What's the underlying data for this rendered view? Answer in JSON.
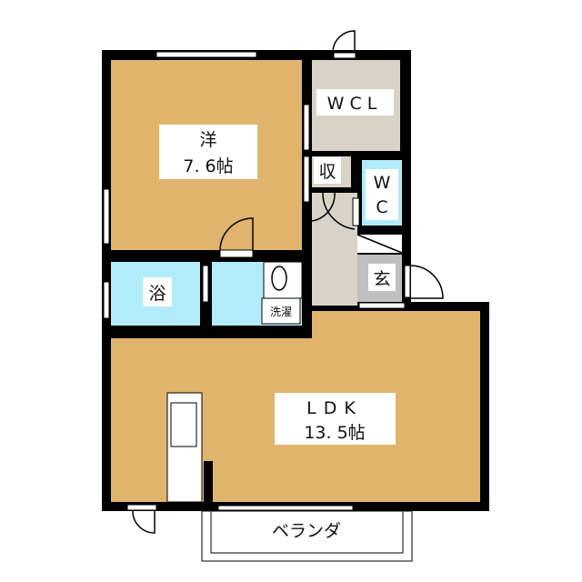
{
  "plan": {
    "rooms": {
      "western": {
        "name": "洋",
        "size": "7. 6帖"
      },
      "wcl": {
        "name": "WCL"
      },
      "storage": {
        "name": "収"
      },
      "wc": {
        "line1": "W",
        "line2": "C"
      },
      "entrance": {
        "name": "玄"
      },
      "bath": {
        "name": "浴"
      },
      "laundry": {
        "name": "洗濯"
      },
      "ldk": {
        "name": "LDK",
        "size": "13. 5帖"
      },
      "veranda": {
        "name": "ベランダ"
      }
    },
    "colors": {
      "wall": "#000000",
      "floor_wood": "#e0b46c",
      "closet": "#d7d3c7",
      "wet_area": "#b2ecfa",
      "entrance": "#c0c0c0"
    }
  }
}
